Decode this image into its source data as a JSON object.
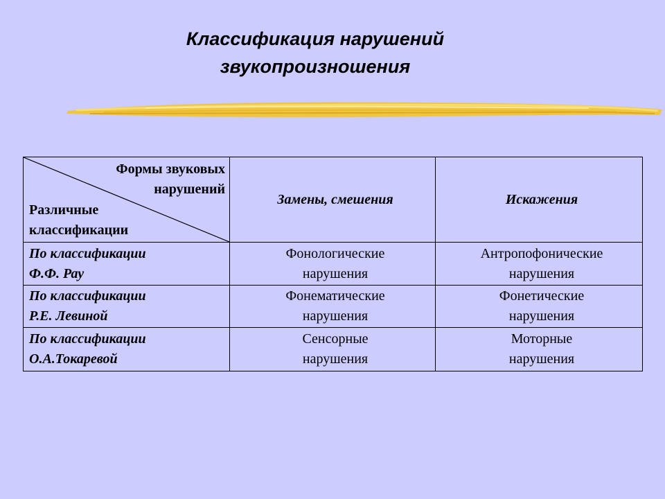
{
  "slide": {
    "title_line1": "Классификация нарушений",
    "title_line2": "звукопроизношения"
  },
  "colors": {
    "background": "#ccccff",
    "brush_stroke": "#f3c52c"
  },
  "table": {
    "corner_top_line1": "Формы звуковых",
    "corner_top_line2": "нарушений",
    "corner_bottom_line1": "Различные",
    "corner_bottom_line2": "классификации",
    "headers": [
      "Замены, смешения",
      "Искажения"
    ],
    "rows": [
      {
        "label_line1": "По классификации",
        "label_line2": "Ф.Ф. Рау",
        "cells": [
          {
            "line1": "Фонологические",
            "line2": "нарушения"
          },
          {
            "line1": "Антропофонические",
            "line2": "нарушения"
          }
        ]
      },
      {
        "label_line1": "По классификации",
        "label_line2": "Р.Е. Левиной",
        "cells": [
          {
            "line1": "Фонематические",
            "line2": "нарушения"
          },
          {
            "line1": "Фонетические",
            "line2": "нарушения"
          }
        ]
      },
      {
        "label_line1": "По классификации",
        "label_line2": "О.А.Токаревой",
        "cells": [
          {
            "line1": "Сенсорные",
            "line2": "нарушения"
          },
          {
            "line1": "Моторные",
            "line2": "нарушения"
          }
        ]
      }
    ]
  }
}
